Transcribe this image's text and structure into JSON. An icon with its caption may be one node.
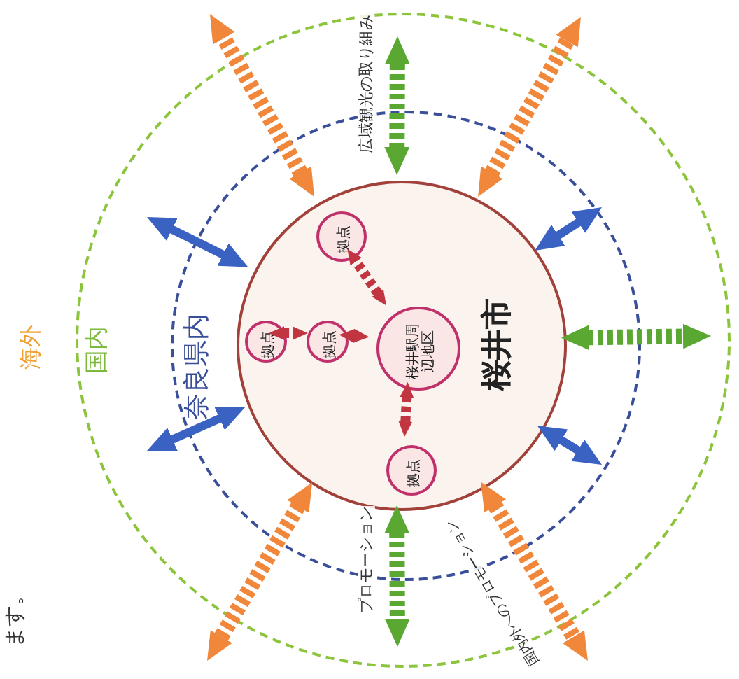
{
  "diagram": {
    "nodes": [
      {
        "text": [
          "国内"
        ]
      },
      {
        "text": [
          "奈良県内"
        ],
        "in": 0
      },
      {
        "text": [
          "桜井市"
        ],
        "in": 1
      },
      {
        "text": [
          "拠点"
        ],
        "in": 2
      },
      {
        "text": [
          "拠点"
        ],
        "in": 2
      },
      {
        "text": [
          "拠点"
        ],
        "in": 2
      },
      {
        "text": [
          "桜井駅周辺地区"
        ],
        "in": 2
      },
      {
        "text": [
          "拠点"
        ],
        "in": 2
      }
    ],
    "edges": [
      {
        "from": 6,
        "to": 3,
        "arrow": "both",
        "style": "dashed",
        "color": "#c0353f"
      },
      {
        "from": 6,
        "to": 5,
        "arrow": "both",
        "style": "dashed",
        "color": "#c0353f"
      },
      {
        "from": 5,
        "to": 4,
        "arrow": "both",
        "style": "dashed",
        "color": "#c0353f"
      },
      {
        "from": 6,
        "to": 7,
        "arrow": "both",
        "style": "dashed",
        "color": "#c0353f"
      },
      {
        "from": 2,
        "to": null,
        "arrow": "both",
        "style": "dashed",
        "color": "#f0873a"
      },
      {
        "from": 2,
        "to": null,
        "arrow": "both",
        "style": "dashed",
        "color": "#f0873a"
      },
      {
        "from": 2,
        "to": null,
        "arrow": "both",
        "style": "dashed",
        "color": "#f0873a"
      },
      {
        "from": 2,
        "to": null,
        "arrow": "both",
        "style": "dashed",
        "color": "#f0873a",
        "label": "国内外へのプロモーション"
      },
      {
        "from": 2,
        "to": null,
        "arrow": "both",
        "style": "dashed",
        "color": "#5aa832",
        "label": "広域観光の取り組み"
      },
      {
        "from": 2,
        "to": null,
        "arrow": "both",
        "style": "dashed",
        "color": "#5aa832"
      },
      {
        "from": 2,
        "to": null,
        "arrow": "both",
        "style": "dashed",
        "color": "#5aa832",
        "label": "プロモーション"
      },
      {
        "from": 2,
        "to": null,
        "arrow": "both",
        "color": "#3a62c2"
      },
      {
        "from": 2,
        "to": null,
        "arrow": "both",
        "color": "#3a62c2"
      },
      {
        "from": 2,
        "to": null,
        "arrow": "both",
        "color": "#3a62c2"
      },
      {
        "from": 2,
        "to": null,
        "arrow": "both",
        "color": "#3a62c2"
      }
    ],
    "labels": [
      "海外",
      "ます。"
    ]
  }
}
